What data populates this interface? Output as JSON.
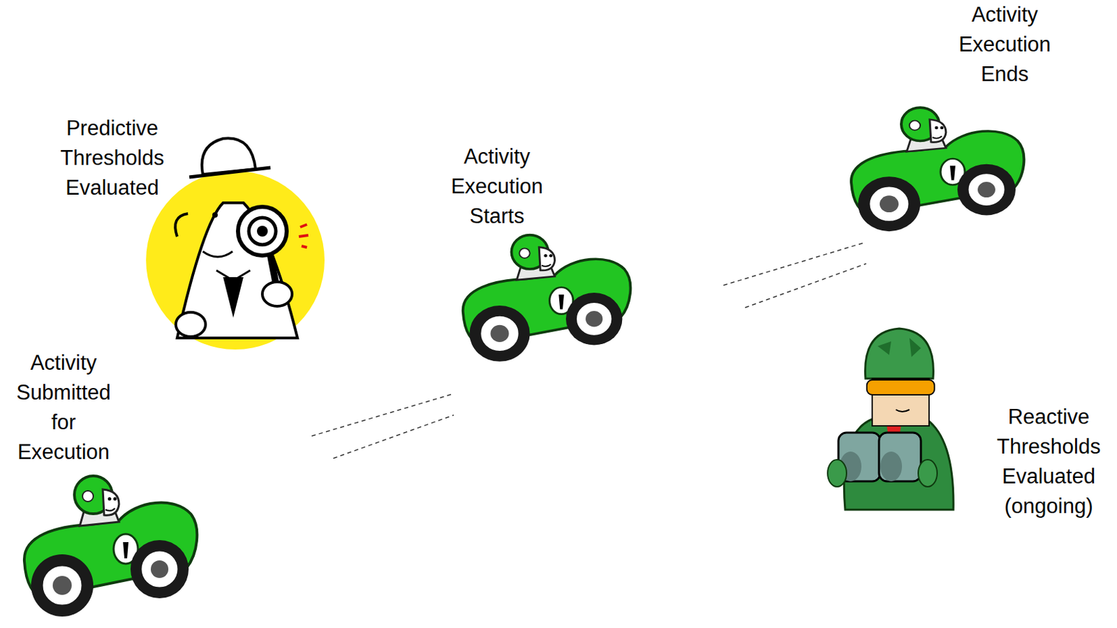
{
  "diagram": {
    "labels": [
      "Activity Execution Ends",
      "Predictive Thresholds Evaluated",
      "Activity Execution Starts",
      "Activity Submitted for Execution",
      "Reactive Thresholds Evaluated (ongoing)"
    ]
  }
}
